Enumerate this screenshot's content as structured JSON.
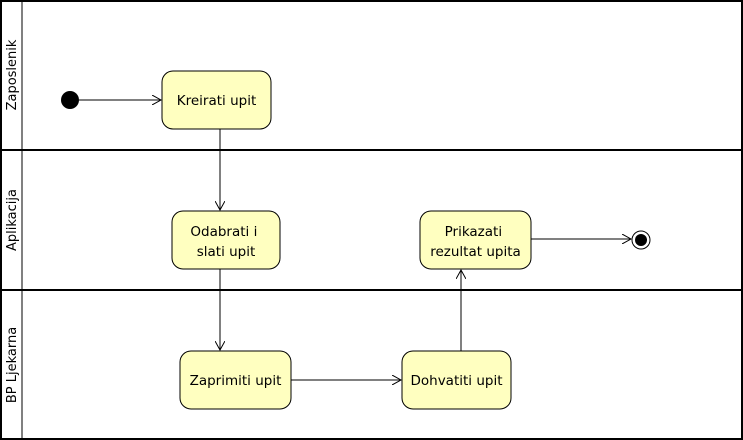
{
  "swimlanes": [
    {
      "id": "zaposlenik",
      "label": "Zaposlenik"
    },
    {
      "id": "aplikacija",
      "label": "Aplikacija"
    },
    {
      "id": "bp",
      "label": "BP Ljekarna"
    }
  ],
  "actions": {
    "kreirati": [
      "Kreirati upit"
    ],
    "odabrati": [
      "Odabrati i",
      "slati upit"
    ],
    "prikazati": [
      "Prikazati",
      "rezultat upita"
    ],
    "zaprimiti": [
      "Zaprimiti upit"
    ],
    "dohvatiti": [
      "Dohvatiti upit"
    ]
  },
  "colors": {
    "action_fill": "#ffffc0",
    "stroke": "#000000"
  }
}
